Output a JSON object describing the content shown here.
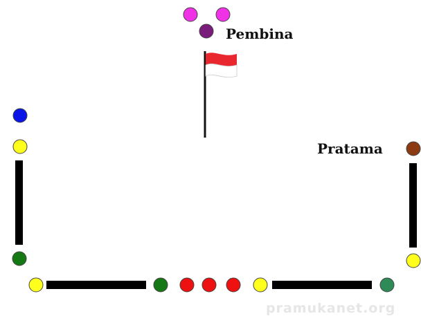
{
  "diagram": {
    "labels": {
      "pembina": "Pembina",
      "pratama": "Pratama"
    },
    "watermark": "pramukanet.org",
    "flag": {
      "top_color": "#e8282e",
      "bottom_color": "#ffffff",
      "pole_color": "#111111"
    },
    "colors": {
      "magenta": "#f032e6",
      "purple": "#7a1c7a",
      "blue": "#0a14e6",
      "yellow": "#ffff1e",
      "dark_green": "#147814",
      "teal_green": "#2e8b57",
      "red": "#ee1111",
      "brown": "#8b3a12",
      "bar": "#000000"
    }
  }
}
